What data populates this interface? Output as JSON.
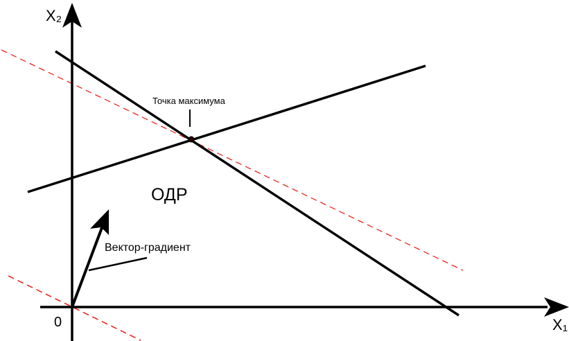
{
  "labels": {
    "y_axis": "X₂",
    "x_axis": "X₁",
    "origin": "0",
    "feasible_region": "ОДР",
    "max_point": "Точка максимума",
    "gradient_vector": "Вектор-градиент"
  },
  "colors": {
    "axis": "#000000",
    "constraint_line": "#000000",
    "objective_line": "#e8261f",
    "background": "#ffffff"
  }
}
